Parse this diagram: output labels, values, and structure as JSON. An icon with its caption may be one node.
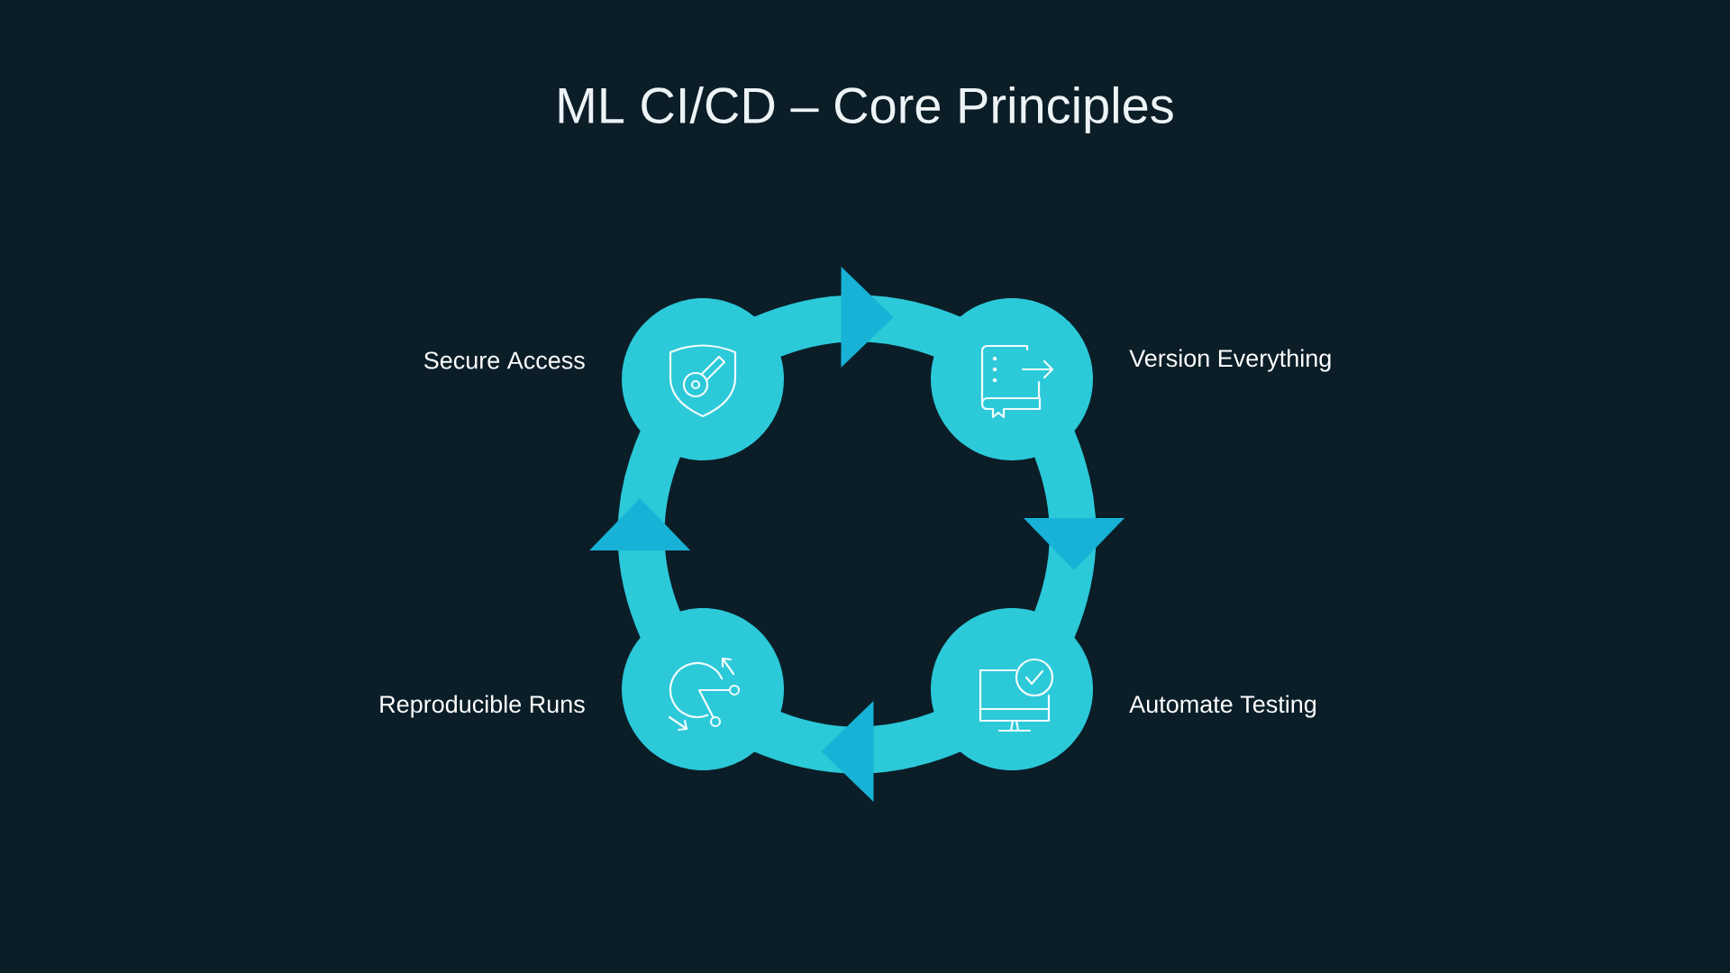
{
  "diagram": {
    "title": "ML CI/CD – Core Principles",
    "nodes": [
      {
        "text": [
          "Secure Access"
        ]
      },
      {
        "text": [
          "Version Everything"
        ]
      },
      {
        "text": [
          "Reproducible Runs"
        ]
      },
      {
        "text": [
          "Automate Testing"
        ]
      }
    ],
    "edges": [
      {
        "from": 0,
        "to": 1,
        "arrow": "to"
      },
      {
        "from": 1,
        "to": 3,
        "arrow": "to"
      },
      {
        "from": 3,
        "to": 2,
        "arrow": "to"
      },
      {
        "from": 2,
        "to": 0,
        "arrow": "to"
      }
    ]
  }
}
